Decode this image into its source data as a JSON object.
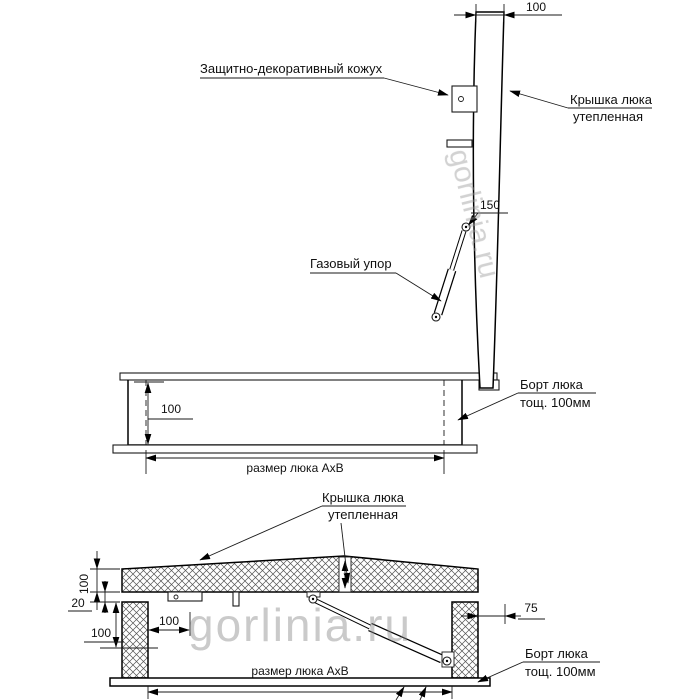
{
  "watermark": {
    "text": "gorlinia.ru"
  },
  "top_view": {
    "callouts": {
      "casing": "Защитно-декоративный кожух",
      "cover_line1": "Крышка люка",
      "cover_line2": "утепленная",
      "gas_strut": "Газовый упор",
      "bort_line1": "Борт люка",
      "bort_line2": "тощ. 100мм"
    },
    "dimensions": {
      "cover_thickness": "100",
      "strut_offset": "150",
      "bort_height": "100",
      "hatch_size": "размер люка АхВ"
    }
  },
  "bottom_view": {
    "callouts": {
      "cover_line1": "Крышка люка",
      "cover_line2": "утепленная",
      "bort_line1": "Борт люка",
      "bort_line2": "тощ. 100мм"
    },
    "dimensions": {
      "cover_thickness": "100",
      "gap": "20",
      "bort_lower": "100",
      "bort_width": "100",
      "flange_offset": "75",
      "hatch_size": "размер люка АхВ"
    }
  }
}
